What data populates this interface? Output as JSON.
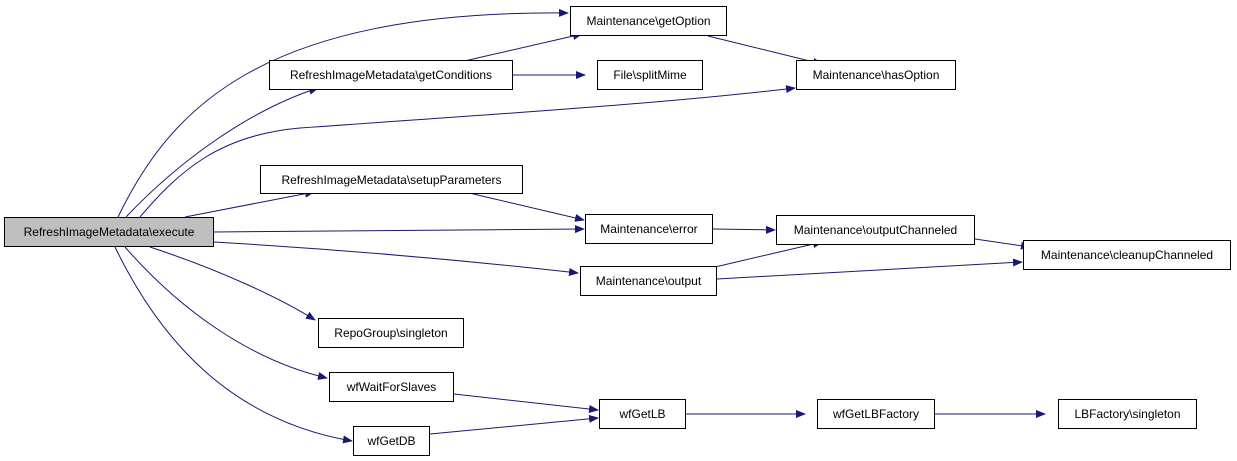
{
  "colors": {
    "edge": "#191970",
    "root_fill": "#bfbfbf",
    "node_fill": "#ffffff",
    "border": "#000000"
  },
  "nodes": {
    "execute": "RefreshImageMetadata\\execute",
    "getOption": "Maintenance\\getOption",
    "getConditions": "RefreshImageMetadata\\getConditions",
    "splitMime": "File\\splitMime",
    "hasOption": "Maintenance\\hasOption",
    "setupParameters": "RefreshImageMetadata\\setupParameters",
    "error": "Maintenance\\error",
    "outputChanneled": "Maintenance\\outputChanneled",
    "cleanupChanneled": "Maintenance\\cleanupChanneled",
    "output": "Maintenance\\output",
    "repoGroup": "RepoGroup\\singleton",
    "wfWaitForSlaves": "wfWaitForSlaves",
    "wfGetDB": "wfGetDB",
    "wfGetLB": "wfGetLB",
    "wfGetLBFactory": "wfGetLBFactory",
    "lbFactory": "LBFactory\\singleton"
  }
}
